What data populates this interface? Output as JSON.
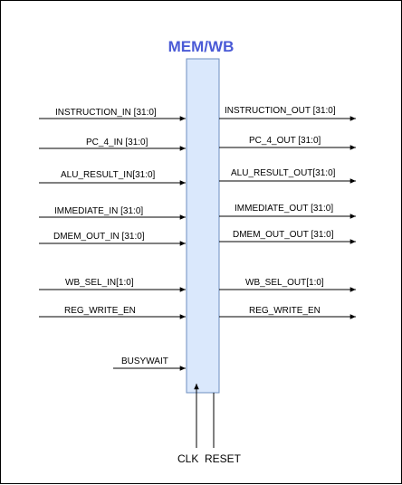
{
  "title": "MEM/WB",
  "inputs": [
    "INSTRUCTION_IN [31:0]",
    "PC_4_IN [31:0]",
    "ALU_RESULT_IN[31:0]",
    "IMMEDIATE_IN [31:0]",
    "DMEM_OUT_IN [31:0]",
    "WB_SEL_IN[1:0]",
    "REG_WRITE_EN",
    "BUSYWAIT"
  ],
  "outputs": [
    "INSTRUCTION_OUT [31:0]",
    "PC_4_OUT [31:0]",
    "ALU_RESULT_OUT[31:0]",
    "IMMEDIATE_OUT [31:0]",
    "DMEM_OUT_OUT [31:0]",
    "WB_SEL_OUT[1:0]",
    "REG_WRITE_EN"
  ],
  "bottom": {
    "clk": "CLK",
    "reset": "RESET"
  },
  "colors": {
    "register_fill": "#dae8fc",
    "register_stroke": "#6c8ebf",
    "title": "#4a5ad6"
  }
}
